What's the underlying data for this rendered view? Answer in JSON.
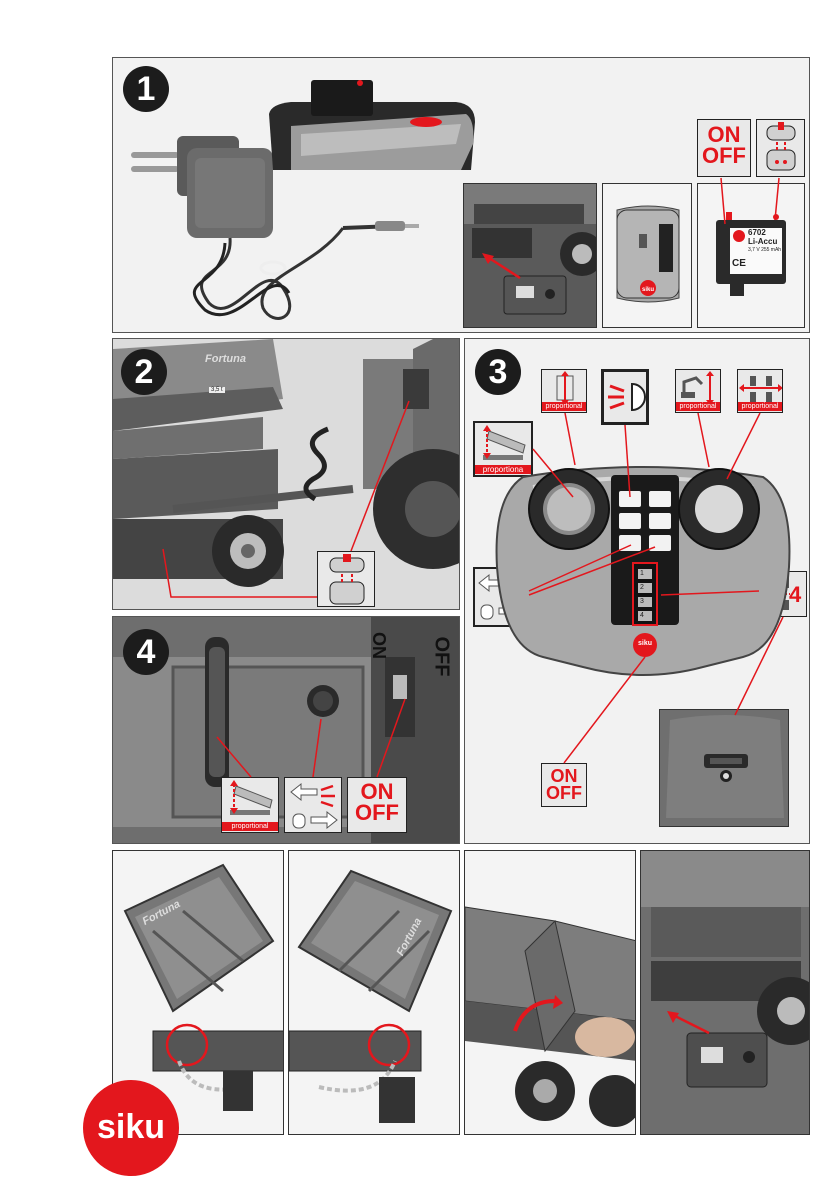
{
  "steps": {
    "s1": "1",
    "s2": "2",
    "s3": "3",
    "s4": "4"
  },
  "labels": {
    "on": "ON",
    "off": "OFF",
    "proportional": "proportional",
    "proportiona": "proportiona",
    "channel_4": "4"
  },
  "battery": {
    "model": "6702",
    "type": "Li-Accu",
    "spec": "3,7 V 255 mAh",
    "ce": "CE"
  },
  "brand": {
    "logo": "siku",
    "trailer_name": "Fortuna",
    "trailer_badge": "3,5 t"
  },
  "switch_labels": {
    "on": "ON",
    "off": "OFF"
  },
  "remote_channels": [
    "1",
    "2",
    "3",
    "4"
  ],
  "colors": {
    "accent": "#e3171d",
    "panel_bg": "#ededed",
    "dark": "#1c1c1c"
  },
  "icons": [
    "on-off-icon",
    "battery-insert-icon",
    "light-icon",
    "tipper-proportional-icon",
    "drawbar-proportional-icon",
    "steering-proportional-icon",
    "lift-proportional-icon",
    "direction-arrows-icon",
    "wheel-channel-icon",
    "siku-logo-icon"
  ]
}
